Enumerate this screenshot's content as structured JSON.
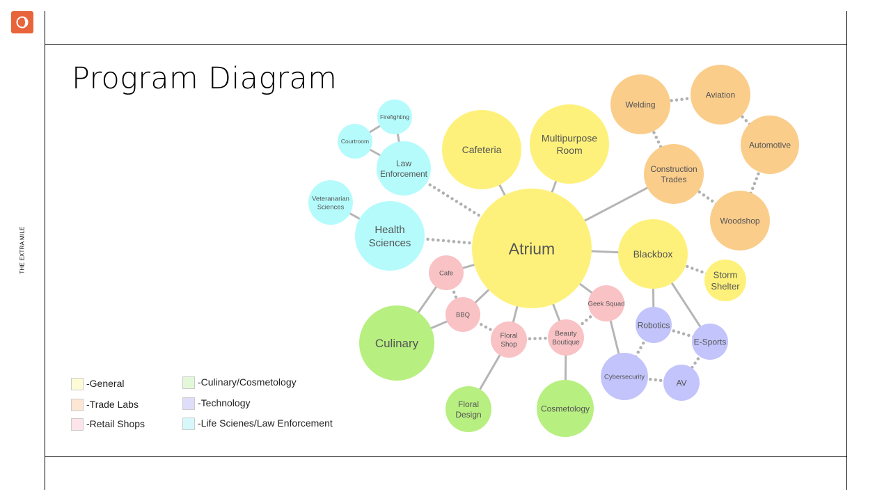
{
  "side_text": "THE EXTRA MILE",
  "title": "Program Diagram",
  "colors": {
    "accent": "#e8643a",
    "general": "#fef17b",
    "trade": "#fbcd8b",
    "retail": "#f9c2c5",
    "culinary": "#b7ef80",
    "technology": "#c2c4fb",
    "life": "#b5fbfc",
    "edge": "#b5b5b5"
  },
  "icons": {
    "logo": "logo-icon"
  },
  "legend": [
    {
      "text": "-General",
      "color": "#fefcd6"
    },
    {
      "text": "-Trade Labs",
      "color": "#fde6d4"
    },
    {
      "text": "-Retail Shops",
      "color": "#fde3ea"
    },
    {
      "text": "-Culinary/Cosmetology",
      "color": "#e3f8d8"
    },
    {
      "text": "-Technology",
      "color": "#dedefa"
    },
    {
      "text": "-Life Scienes/Law Enforcement",
      "color": "#d7f8fa"
    }
  ],
  "nodes": [
    {
      "id": "atrium",
      "label": [
        "Atrium"
      ],
      "category": "general"
    },
    {
      "id": "cafeteria",
      "label": [
        "Cafeteria"
      ],
      "category": "general"
    },
    {
      "id": "multipurpose",
      "label": [
        "Multipurpose",
        "Room"
      ],
      "category": "general"
    },
    {
      "id": "blackbox",
      "label": [
        "Blackbox"
      ],
      "category": "general"
    },
    {
      "id": "storm",
      "label": [
        "Storm",
        "Shelter"
      ],
      "category": "general"
    },
    {
      "id": "welding",
      "label": [
        "Welding"
      ],
      "category": "trade"
    },
    {
      "id": "aviation",
      "label": [
        "Aviation"
      ],
      "category": "trade"
    },
    {
      "id": "automotive",
      "label": [
        "Automotive"
      ],
      "category": "trade"
    },
    {
      "id": "construction",
      "label": [
        "Construction",
        "Trades"
      ],
      "category": "trade"
    },
    {
      "id": "woodshop",
      "label": [
        "Woodshop"
      ],
      "category": "trade"
    },
    {
      "id": "firefighting",
      "label": [
        "Firefighting"
      ],
      "category": "life"
    },
    {
      "id": "courtroom",
      "label": [
        "Courtroom"
      ],
      "category": "life"
    },
    {
      "id": "law",
      "label": [
        "Law",
        "Enforcement"
      ],
      "category": "life"
    },
    {
      "id": "vet",
      "label": [
        "Veteranarian",
        "Sciences"
      ],
      "category": "life"
    },
    {
      "id": "health",
      "label": [
        "Health",
        "Sciences"
      ],
      "category": "life"
    },
    {
      "id": "cafe",
      "label": [
        "Cafe"
      ],
      "category": "retail"
    },
    {
      "id": "bbq",
      "label": [
        "BBQ"
      ],
      "category": "retail"
    },
    {
      "id": "floralshop",
      "label": [
        "Floral",
        "Shop"
      ],
      "category": "retail"
    },
    {
      "id": "beauty",
      "label": [
        "Beauty",
        "Boutique"
      ],
      "category": "retail"
    },
    {
      "id": "geek",
      "label": [
        "Geek Squad"
      ],
      "category": "retail"
    },
    {
      "id": "culinary",
      "label": [
        "Culinary"
      ],
      "category": "culinary"
    },
    {
      "id": "floraldesign",
      "label": [
        "Floral",
        "Design"
      ],
      "category": "culinary"
    },
    {
      "id": "cosmetology",
      "label": [
        "Cosmetology"
      ],
      "category": "culinary"
    },
    {
      "id": "robotics",
      "label": [
        "Robotics"
      ],
      "category": "technology"
    },
    {
      "id": "esports",
      "label": [
        "E-Sports"
      ],
      "category": "technology"
    },
    {
      "id": "cyber",
      "label": [
        "Cybersecurity"
      ],
      "category": "technology"
    },
    {
      "id": "av",
      "label": [
        "AV"
      ],
      "category": "technology"
    }
  ],
  "edges": [
    {
      "from": "atrium",
      "to": "cafeteria",
      "style": "solid"
    },
    {
      "from": "atrium",
      "to": "multipurpose",
      "style": "solid"
    },
    {
      "from": "atrium",
      "to": "construction",
      "style": "solid"
    },
    {
      "from": "atrium",
      "to": "blackbox",
      "style": "solid"
    },
    {
      "from": "atrium",
      "to": "law",
      "style": "dotted"
    },
    {
      "from": "atrium",
      "to": "health",
      "style": "dotted"
    },
    {
      "from": "atrium",
      "to": "cafe",
      "style": "solid"
    },
    {
      "from": "atrium",
      "to": "bbq",
      "style": "solid"
    },
    {
      "from": "atrium",
      "to": "floralshop",
      "style": "solid"
    },
    {
      "from": "atrium",
      "to": "beauty",
      "style": "solid"
    },
    {
      "from": "atrium",
      "to": "geek",
      "style": "solid"
    },
    {
      "from": "firefighting",
      "to": "law",
      "style": "solid"
    },
    {
      "from": "firefighting",
      "to": "courtroom",
      "style": "solid"
    },
    {
      "from": "courtroom",
      "to": "law",
      "style": "solid"
    },
    {
      "from": "vet",
      "to": "health",
      "style": "solid"
    },
    {
      "from": "welding",
      "to": "aviation",
      "style": "dotted"
    },
    {
      "from": "aviation",
      "to": "automotive",
      "style": "dotted"
    },
    {
      "from": "automotive",
      "to": "woodshop",
      "style": "dotted"
    },
    {
      "from": "welding",
      "to": "construction",
      "style": "dotted"
    },
    {
      "from": "construction",
      "to": "woodshop",
      "style": "dotted"
    },
    {
      "from": "blackbox",
      "to": "storm",
      "style": "dotted"
    },
    {
      "from": "blackbox",
      "to": "robotics",
      "style": "solid"
    },
    {
      "from": "blackbox",
      "to": "esports",
      "style": "solid"
    },
    {
      "from": "robotics",
      "to": "esports",
      "style": "dotted"
    },
    {
      "from": "robotics",
      "to": "cyber",
      "style": "dotted"
    },
    {
      "from": "esports",
      "to": "av",
      "style": "dotted"
    },
    {
      "from": "cyber",
      "to": "av",
      "style": "dotted"
    },
    {
      "from": "geek",
      "to": "cyber",
      "style": "solid"
    },
    {
      "from": "geek",
      "to": "beauty",
      "style": "dotted"
    },
    {
      "from": "cafe",
      "to": "culinary",
      "style": "solid"
    },
    {
      "from": "cafe",
      "to": "bbq",
      "style": "dotted"
    },
    {
      "from": "bbq",
      "to": "culinary",
      "style": "solid"
    },
    {
      "from": "bbq",
      "to": "floralshop",
      "style": "dotted"
    },
    {
      "from": "floralshop",
      "to": "beauty",
      "style": "dotted"
    },
    {
      "from": "floralshop",
      "to": "floraldesign",
      "style": "solid"
    },
    {
      "from": "beauty",
      "to": "cosmetology",
      "style": "solid"
    }
  ]
}
